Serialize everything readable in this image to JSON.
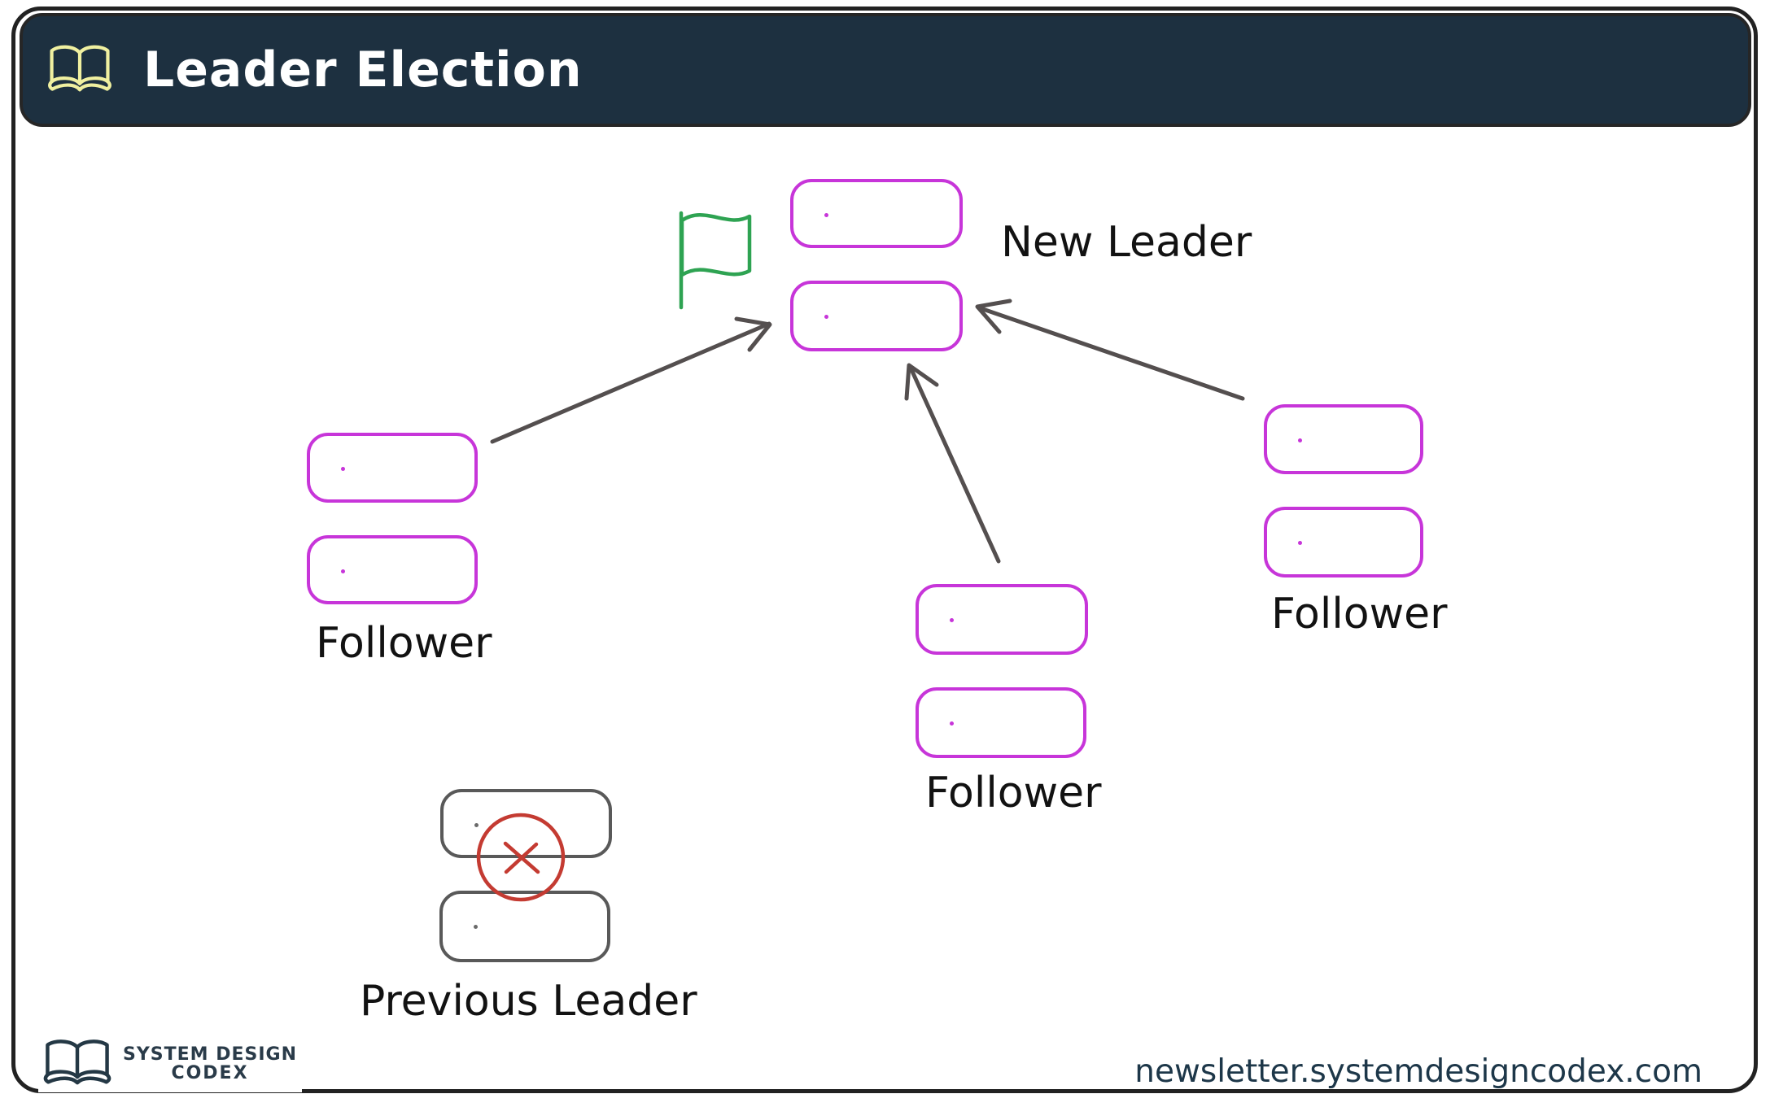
{
  "header": {
    "title": "Leader Election",
    "icon": "open-book-icon",
    "bg_color": "#1d3040",
    "title_color": "#ffffff",
    "icon_color": "#f0f0a0"
  },
  "nodes": {
    "new_leader": {
      "label": "New Leader",
      "boxes": 2,
      "box_color": "#c735d9",
      "marker": "green-flag"
    },
    "follower_left": {
      "label": "Follower",
      "boxes": 2,
      "box_color": "#c735d9"
    },
    "follower_middle": {
      "label": "Follower",
      "boxes": 2,
      "box_color": "#c735d9"
    },
    "follower_right": {
      "label": "Follower",
      "boxes": 2,
      "box_color": "#c735d9"
    },
    "previous_leader": {
      "label": "Previous Leader",
      "boxes": 2,
      "box_color": "#595959",
      "marker": "red-cross-circle"
    }
  },
  "arrows": [
    {
      "from": "follower_left",
      "to": "new_leader"
    },
    {
      "from": "follower_middle",
      "to": "new_leader"
    },
    {
      "from": "follower_right",
      "to": "new_leader"
    }
  ],
  "colors": {
    "arrow": "#544f4f",
    "flag_green": "#2ea352",
    "cross_red": "#c43b32",
    "node_magenta": "#c735d9",
    "node_gray": "#595959",
    "card_border": "#222222"
  },
  "footer": {
    "logo_line1": "SYSTEM DESIGN",
    "logo_line2": "CODEX",
    "url": "newsletter.systemdesigncodex.com"
  }
}
